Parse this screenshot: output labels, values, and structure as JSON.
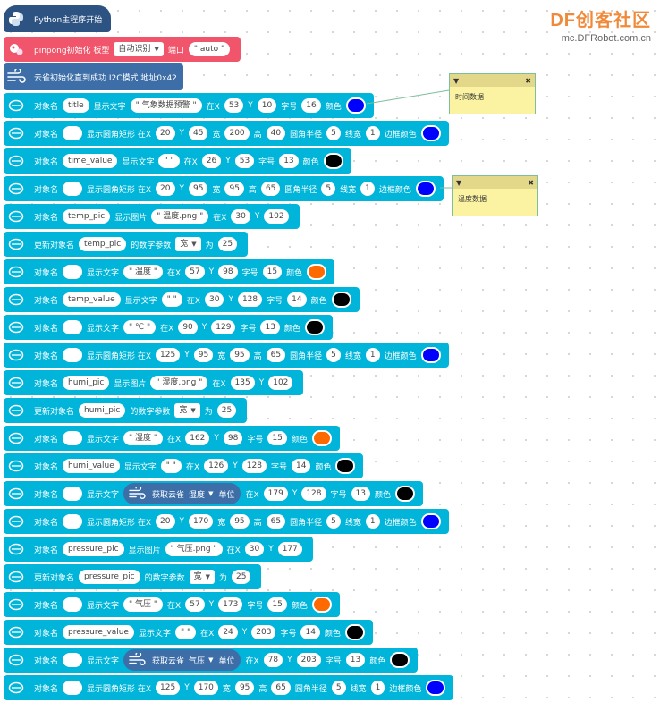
{
  "brand": {
    "name": "DF创客社区",
    "url": "mc.DFRobot.com.cn"
  },
  "hat": {
    "label": "Python主程序开始"
  },
  "init": {
    "label1": "pinpong初始化 板型",
    "board": "自动识别",
    "label2": "端口",
    "port": "auto"
  },
  "sensor": {
    "label": "云雀初始化直到成功 I2C模式 地址0x42"
  },
  "notes": [
    {
      "text": "时间数据"
    },
    {
      "text": "温度数据"
    }
  ],
  "rows": [
    {
      "parts": [
        {
          "t": "l",
          "v": "对象名"
        },
        {
          "t": "p",
          "v": "title"
        },
        {
          "t": "l",
          "v": "显示文字"
        },
        {
          "t": "p",
          "v": "\" 气象数据预警 \""
        },
        {
          "t": "l",
          "v": "在X"
        },
        {
          "t": "n",
          "v": "53"
        },
        {
          "t": "l",
          "v": "Y"
        },
        {
          "t": "n",
          "v": "10"
        },
        {
          "t": "l",
          "v": "字号"
        },
        {
          "t": "n",
          "v": "16"
        },
        {
          "t": "l",
          "v": "颜色"
        },
        {
          "t": "c",
          "v": "#0000ff"
        }
      ]
    },
    {
      "parts": [
        {
          "t": "l",
          "v": "对象名"
        },
        {
          "t": "e"
        },
        {
          "t": "l",
          "v": "显示圆角矩形 在X"
        },
        {
          "t": "n",
          "v": "20"
        },
        {
          "t": "l",
          "v": "Y"
        },
        {
          "t": "n",
          "v": "45"
        },
        {
          "t": "l",
          "v": "宽"
        },
        {
          "t": "n",
          "v": "200"
        },
        {
          "t": "l",
          "v": "高"
        },
        {
          "t": "n",
          "v": "40"
        },
        {
          "t": "l",
          "v": "圆角半径"
        },
        {
          "t": "n",
          "v": "5"
        },
        {
          "t": "l",
          "v": "线宽"
        },
        {
          "t": "n",
          "v": "1"
        },
        {
          "t": "l",
          "v": "边框颜色"
        },
        {
          "t": "c",
          "v": "#0000ff"
        }
      ]
    },
    {
      "parts": [
        {
          "t": "l",
          "v": "对象名"
        },
        {
          "t": "p",
          "v": "time_value"
        },
        {
          "t": "l",
          "v": "显示文字"
        },
        {
          "t": "p",
          "v": "\"  \""
        },
        {
          "t": "l",
          "v": "在X"
        },
        {
          "t": "n",
          "v": "26"
        },
        {
          "t": "l",
          "v": "Y"
        },
        {
          "t": "n",
          "v": "53"
        },
        {
          "t": "l",
          "v": "字号"
        },
        {
          "t": "n",
          "v": "13"
        },
        {
          "t": "l",
          "v": "颜色"
        },
        {
          "t": "c",
          "v": "#000000"
        }
      ]
    },
    {
      "parts": [
        {
          "t": "l",
          "v": "对象名"
        },
        {
          "t": "e"
        },
        {
          "t": "l",
          "v": "显示圆角矩形 在X"
        },
        {
          "t": "n",
          "v": "20"
        },
        {
          "t": "l",
          "v": "Y"
        },
        {
          "t": "n",
          "v": "95"
        },
        {
          "t": "l",
          "v": "宽"
        },
        {
          "t": "n",
          "v": "95"
        },
        {
          "t": "l",
          "v": "高"
        },
        {
          "t": "n",
          "v": "65"
        },
        {
          "t": "l",
          "v": "圆角半径"
        },
        {
          "t": "n",
          "v": "5"
        },
        {
          "t": "l",
          "v": "线宽"
        },
        {
          "t": "n",
          "v": "1"
        },
        {
          "t": "l",
          "v": "边框颜色"
        },
        {
          "t": "c",
          "v": "#0000ff"
        }
      ]
    },
    {
      "parts": [
        {
          "t": "l",
          "v": "对象名"
        },
        {
          "t": "p",
          "v": "temp_pic"
        },
        {
          "t": "l",
          "v": "显示图片"
        },
        {
          "t": "p",
          "v": "\" 温度.png \""
        },
        {
          "t": "l",
          "v": "在X"
        },
        {
          "t": "n",
          "v": "30"
        },
        {
          "t": "l",
          "v": "Y"
        },
        {
          "t": "n",
          "v": "102"
        }
      ]
    },
    {
      "parts": [
        {
          "t": "l",
          "v": "更新对象名"
        },
        {
          "t": "p",
          "v": "temp_pic"
        },
        {
          "t": "l",
          "v": "的数字参数"
        },
        {
          "t": "d",
          "v": "宽"
        },
        {
          "t": "l",
          "v": "为"
        },
        {
          "t": "n",
          "v": "25"
        }
      ]
    },
    {
      "parts": [
        {
          "t": "l",
          "v": "对象名"
        },
        {
          "t": "e"
        },
        {
          "t": "l",
          "v": "显示文字"
        },
        {
          "t": "p",
          "v": "\" 温度 \""
        },
        {
          "t": "l",
          "v": "在X"
        },
        {
          "t": "n",
          "v": "57"
        },
        {
          "t": "l",
          "v": "Y"
        },
        {
          "t": "n",
          "v": "98"
        },
        {
          "t": "l",
          "v": "字号"
        },
        {
          "t": "n",
          "v": "15"
        },
        {
          "t": "l",
          "v": "颜色"
        },
        {
          "t": "c",
          "v": "#ff6a00"
        }
      ]
    },
    {
      "parts": [
        {
          "t": "l",
          "v": "对象名"
        },
        {
          "t": "p",
          "v": "temp_value"
        },
        {
          "t": "l",
          "v": "显示文字"
        },
        {
          "t": "p",
          "v": "\"  \""
        },
        {
          "t": "l",
          "v": "在X"
        },
        {
          "t": "n",
          "v": "30"
        },
        {
          "t": "l",
          "v": "Y"
        },
        {
          "t": "n",
          "v": "128"
        },
        {
          "t": "l",
          "v": "字号"
        },
        {
          "t": "n",
          "v": "14"
        },
        {
          "t": "l",
          "v": "颜色"
        },
        {
          "t": "c",
          "v": "#000000"
        }
      ]
    },
    {
      "parts": [
        {
          "t": "l",
          "v": "对象名"
        },
        {
          "t": "e"
        },
        {
          "t": "l",
          "v": "显示文字"
        },
        {
          "t": "p",
          "v": "\" ℃ \""
        },
        {
          "t": "l",
          "v": "在X"
        },
        {
          "t": "n",
          "v": "90"
        },
        {
          "t": "l",
          "v": "Y"
        },
        {
          "t": "n",
          "v": "129"
        },
        {
          "t": "l",
          "v": "字号"
        },
        {
          "t": "n",
          "v": "13"
        },
        {
          "t": "l",
          "v": "颜色"
        },
        {
          "t": "c",
          "v": "#000000"
        }
      ]
    },
    {
      "parts": [
        {
          "t": "l",
          "v": "对象名"
        },
        {
          "t": "e"
        },
        {
          "t": "l",
          "v": "显示圆角矩形 在X"
        },
        {
          "t": "n",
          "v": "125"
        },
        {
          "t": "l",
          "v": "Y"
        },
        {
          "t": "n",
          "v": "95"
        },
        {
          "t": "l",
          "v": "宽"
        },
        {
          "t": "n",
          "v": "95"
        },
        {
          "t": "l",
          "v": "高"
        },
        {
          "t": "n",
          "v": "65"
        },
        {
          "t": "l",
          "v": "圆角半径"
        },
        {
          "t": "n",
          "v": "5"
        },
        {
          "t": "l",
          "v": "线宽"
        },
        {
          "t": "n",
          "v": "1"
        },
        {
          "t": "l",
          "v": "边框颜色"
        },
        {
          "t": "c",
          "v": "#0000ff"
        }
      ]
    },
    {
      "parts": [
        {
          "t": "l",
          "v": "对象名"
        },
        {
          "t": "p",
          "v": "humi_pic"
        },
        {
          "t": "l",
          "v": "显示图片"
        },
        {
          "t": "p",
          "v": "\" 湿度.png \""
        },
        {
          "t": "l",
          "v": "在X"
        },
        {
          "t": "n",
          "v": "135"
        },
        {
          "t": "l",
          "v": "Y"
        },
        {
          "t": "n",
          "v": "102"
        }
      ]
    },
    {
      "parts": [
        {
          "t": "l",
          "v": "更新对象名"
        },
        {
          "t": "p",
          "v": "humi_pic"
        },
        {
          "t": "l",
          "v": "的数字参数"
        },
        {
          "t": "d",
          "v": "宽"
        },
        {
          "t": "l",
          "v": "为"
        },
        {
          "t": "n",
          "v": "25"
        }
      ]
    },
    {
      "parts": [
        {
          "t": "l",
          "v": "对象名"
        },
        {
          "t": "e"
        },
        {
          "t": "l",
          "v": "显示文字"
        },
        {
          "t": "p",
          "v": "\" 湿度 \""
        },
        {
          "t": "l",
          "v": "在X"
        },
        {
          "t": "n",
          "v": "162"
        },
        {
          "t": "l",
          "v": "Y"
        },
        {
          "t": "n",
          "v": "98"
        },
        {
          "t": "l",
          "v": "字号"
        },
        {
          "t": "n",
          "v": "15"
        },
        {
          "t": "l",
          "v": "颜色"
        },
        {
          "t": "c",
          "v": "#ff6a00"
        }
      ]
    },
    {
      "parts": [
        {
          "t": "l",
          "v": "对象名"
        },
        {
          "t": "p",
          "v": "humi_value"
        },
        {
          "t": "l",
          "v": "显示文字"
        },
        {
          "t": "p",
          "v": "\"  \""
        },
        {
          "t": "l",
          "v": "在X"
        },
        {
          "t": "n",
          "v": "126"
        },
        {
          "t": "l",
          "v": "Y"
        },
        {
          "t": "n",
          "v": "128"
        },
        {
          "t": "l",
          "v": "字号"
        },
        {
          "t": "n",
          "v": "14"
        },
        {
          "t": "l",
          "v": "颜色"
        },
        {
          "t": "c",
          "v": "#000000"
        }
      ]
    },
    {
      "parts": [
        {
          "t": "l",
          "v": "对象名"
        },
        {
          "t": "e"
        },
        {
          "t": "l",
          "v": "显示文字"
        },
        {
          "t": "s",
          "v": "获取云雀",
          "opt": "湿度",
          "unit": "单位"
        },
        {
          "t": "l",
          "v": "在X"
        },
        {
          "t": "n",
          "v": "179"
        },
        {
          "t": "l",
          "v": "Y"
        },
        {
          "t": "n",
          "v": "128"
        },
        {
          "t": "l",
          "v": "字号"
        },
        {
          "t": "n",
          "v": "13"
        },
        {
          "t": "l",
          "v": "颜色"
        },
        {
          "t": "c",
          "v": "#000000"
        }
      ]
    },
    {
      "parts": [
        {
          "t": "l",
          "v": "对象名"
        },
        {
          "t": "e"
        },
        {
          "t": "l",
          "v": "显示圆角矩形 在X"
        },
        {
          "t": "n",
          "v": "20"
        },
        {
          "t": "l",
          "v": "Y"
        },
        {
          "t": "n",
          "v": "170"
        },
        {
          "t": "l",
          "v": "宽"
        },
        {
          "t": "n",
          "v": "95"
        },
        {
          "t": "l",
          "v": "高"
        },
        {
          "t": "n",
          "v": "65"
        },
        {
          "t": "l",
          "v": "圆角半径"
        },
        {
          "t": "n",
          "v": "5"
        },
        {
          "t": "l",
          "v": "线宽"
        },
        {
          "t": "n",
          "v": "1"
        },
        {
          "t": "l",
          "v": "边框颜色"
        },
        {
          "t": "c",
          "v": "#0000ff"
        }
      ]
    },
    {
      "parts": [
        {
          "t": "l",
          "v": "对象名"
        },
        {
          "t": "p",
          "v": "pressure_pic"
        },
        {
          "t": "l",
          "v": "显示图片"
        },
        {
          "t": "p",
          "v": "\" 气压.png \""
        },
        {
          "t": "l",
          "v": "在X"
        },
        {
          "t": "n",
          "v": "30"
        },
        {
          "t": "l",
          "v": "Y"
        },
        {
          "t": "n",
          "v": "177"
        }
      ]
    },
    {
      "parts": [
        {
          "t": "l",
          "v": "更新对象名"
        },
        {
          "t": "p",
          "v": "pressure_pic"
        },
        {
          "t": "l",
          "v": "的数字参数"
        },
        {
          "t": "d",
          "v": "宽"
        },
        {
          "t": "l",
          "v": "为"
        },
        {
          "t": "n",
          "v": "25"
        }
      ]
    },
    {
      "parts": [
        {
          "t": "l",
          "v": "对象名"
        },
        {
          "t": "e"
        },
        {
          "t": "l",
          "v": "显示文字"
        },
        {
          "t": "p",
          "v": "\" 气压 \""
        },
        {
          "t": "l",
          "v": "在X"
        },
        {
          "t": "n",
          "v": "57"
        },
        {
          "t": "l",
          "v": "Y"
        },
        {
          "t": "n",
          "v": "173"
        },
        {
          "t": "l",
          "v": "字号"
        },
        {
          "t": "n",
          "v": "15"
        },
        {
          "t": "l",
          "v": "颜色"
        },
        {
          "t": "c",
          "v": "#ff6a00"
        }
      ]
    },
    {
      "parts": [
        {
          "t": "l",
          "v": "对象名"
        },
        {
          "t": "p",
          "v": "pressure_value"
        },
        {
          "t": "l",
          "v": "显示文字"
        },
        {
          "t": "p",
          "v": "\"  \""
        },
        {
          "t": "l",
          "v": "在X"
        },
        {
          "t": "n",
          "v": "24"
        },
        {
          "t": "l",
          "v": "Y"
        },
        {
          "t": "n",
          "v": "203"
        },
        {
          "t": "l",
          "v": "字号"
        },
        {
          "t": "n",
          "v": "14"
        },
        {
          "t": "l",
          "v": "颜色"
        },
        {
          "t": "c",
          "v": "#000000"
        }
      ]
    },
    {
      "parts": [
        {
          "t": "l",
          "v": "对象名"
        },
        {
          "t": "e"
        },
        {
          "t": "l",
          "v": "显示文字"
        },
        {
          "t": "s",
          "v": "获取云雀",
          "opt": "气压",
          "unit": "单位"
        },
        {
          "t": "l",
          "v": "在X"
        },
        {
          "t": "n",
          "v": "78"
        },
        {
          "t": "l",
          "v": "Y"
        },
        {
          "t": "n",
          "v": "203"
        },
        {
          "t": "l",
          "v": "字号"
        },
        {
          "t": "n",
          "v": "13"
        },
        {
          "t": "l",
          "v": "颜色"
        },
        {
          "t": "c",
          "v": "#000000"
        }
      ]
    },
    {
      "parts": [
        {
          "t": "l",
          "v": "对象名"
        },
        {
          "t": "e"
        },
        {
          "t": "l",
          "v": "显示圆角矩形 在X"
        },
        {
          "t": "n",
          "v": "125"
        },
        {
          "t": "l",
          "v": "Y"
        },
        {
          "t": "n",
          "v": "170"
        },
        {
          "t": "l",
          "v": "宽"
        },
        {
          "t": "n",
          "v": "95"
        },
        {
          "t": "l",
          "v": "高"
        },
        {
          "t": "n",
          "v": "65"
        },
        {
          "t": "l",
          "v": "圆角半径"
        },
        {
          "t": "n",
          "v": "5"
        },
        {
          "t": "l",
          "v": "线宽"
        },
        {
          "t": "n",
          "v": "1"
        },
        {
          "t": "l",
          "v": "边框颜色"
        },
        {
          "t": "c",
          "v": "#0000ff"
        }
      ]
    }
  ]
}
